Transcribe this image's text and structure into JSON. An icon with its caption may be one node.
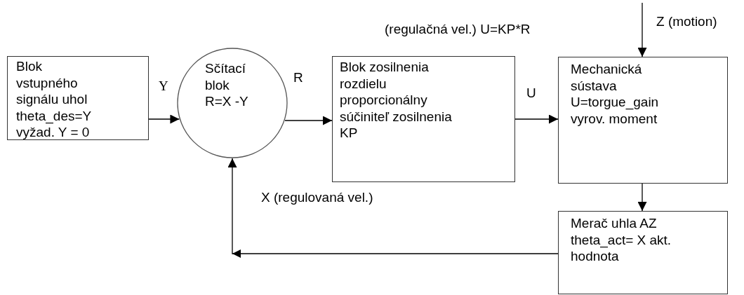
{
  "diagram": {
    "nodes": [
      {
        "text": [
          "Blok vstupného signálu uhol theta_des=Y vyžad. Y = 0"
        ]
      },
      {
        "text": [
          "Sčítací blok R=X -Y"
        ]
      },
      {
        "text": [
          "Blok zosilnenia rozdielu proporcionálny súčiniteľ zosilnenia KP"
        ]
      },
      {
        "text": [
          "Mechanická sústava U=torgue_gain vyrov. moment"
        ]
      },
      {
        "text": [
          "Merač uhla AZ theta_act= X akt. hodnota"
        ]
      }
    ],
    "edges": [
      {
        "from": 0,
        "to": 1,
        "arrow": "to",
        "label": "Y"
      },
      {
        "from": 1,
        "to": 2,
        "arrow": "to",
        "label": "R"
      },
      {
        "from": 2,
        "to": 3,
        "arrow": "to",
        "label": "U"
      },
      {
        "from": null,
        "to": 3,
        "arrow": "to",
        "label": "Z (motion)"
      },
      {
        "from": 3,
        "to": 4,
        "arrow": "to"
      },
      {
        "from": 4,
        "to": 1,
        "arrow": "to",
        "label": "X (regulovaná vel.)"
      }
    ],
    "labels": [
      "(regulačná vel.) U=KP*R"
    ]
  }
}
